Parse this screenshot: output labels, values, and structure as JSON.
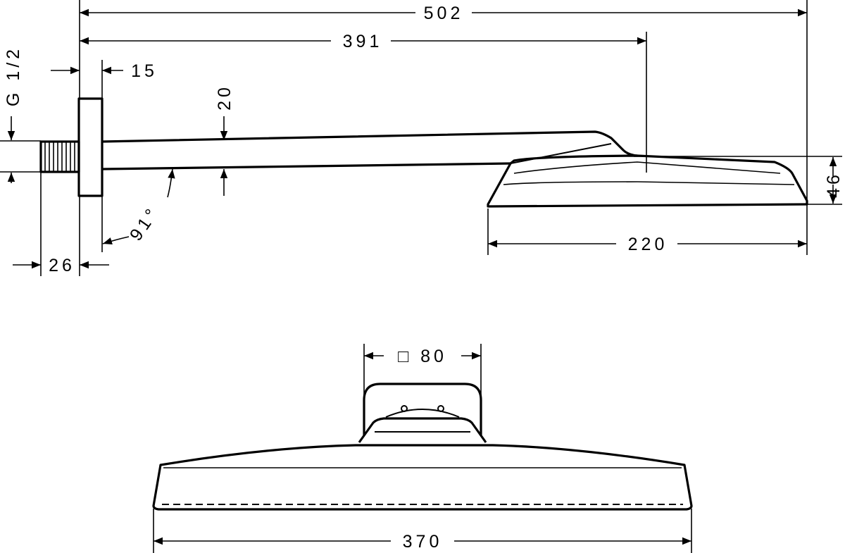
{
  "dimensions": {
    "overall_length": "502",
    "arm_to_center": "391",
    "flange_thickness": "15",
    "arm_height": "20",
    "thread": "G 1/2",
    "angle": "91°",
    "thread_length": "26",
    "head_height": "46",
    "head_depth": "220",
    "mount_width": "□ 80",
    "head_width": "370"
  },
  "colors": {
    "line": "#000000",
    "background": "#ffffff"
  }
}
